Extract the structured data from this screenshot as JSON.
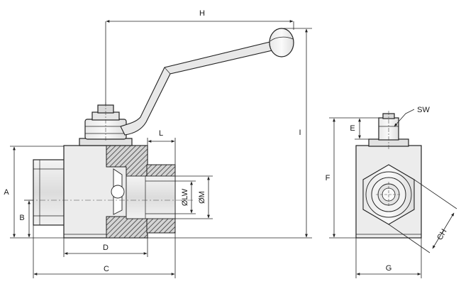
{
  "labels": {
    "H": "H",
    "I": "I",
    "L": "L",
    "A": "A",
    "B": "B",
    "D": "D",
    "C": "C",
    "LW": "ØLW",
    "M": "ØM",
    "E": "E",
    "F": "F",
    "SW": "SW",
    "G": "G",
    "CH": "CH"
  },
  "colors": {
    "body": "#ededed",
    "body_dark": "#d8d8d8",
    "hatch": "#3a3a3a",
    "line": "#222222"
  }
}
